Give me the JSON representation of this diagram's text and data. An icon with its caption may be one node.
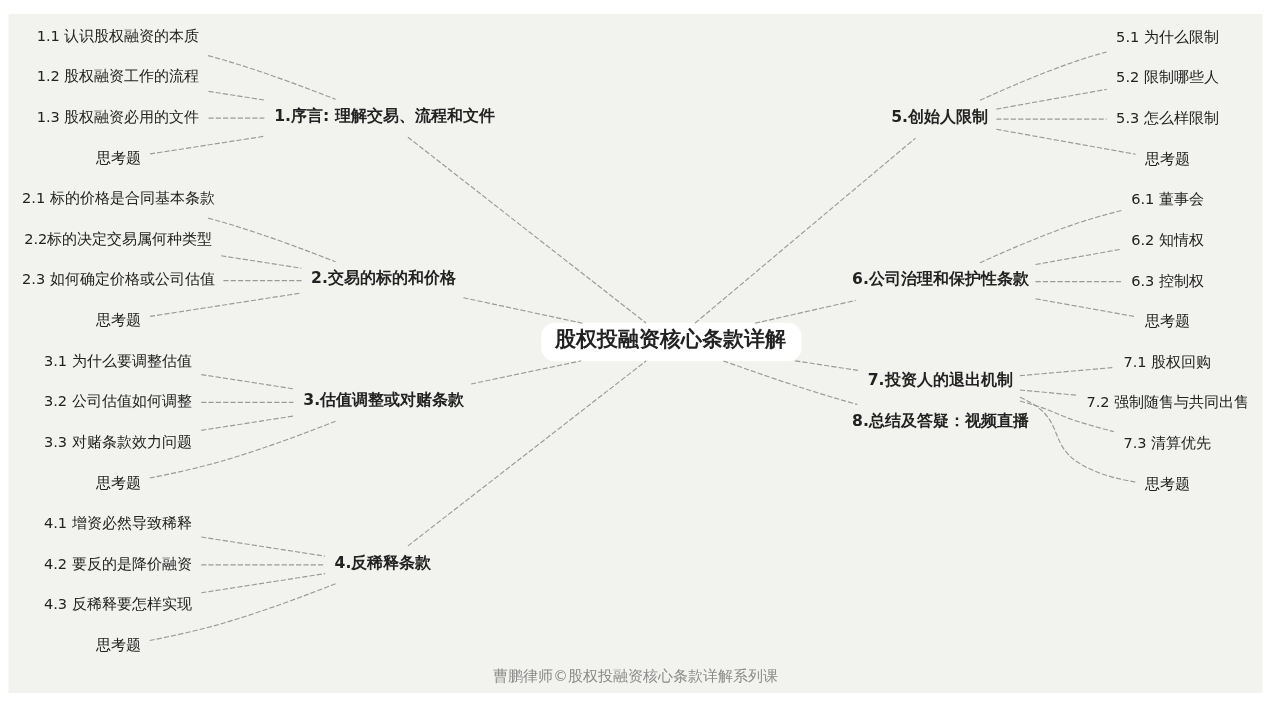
{
  "diagram": {
    "caption": "曹鹏律师©股权投融资核心条款详解系列课",
    "nodes": [
      {
        "text": [
          "股权投融资核心条款详解"
        ]
      },
      {
        "text": [
          "1.序言: 理解交易、流程和文件"
        ]
      },
      {
        "text": [
          "1.1 认识股权融资的本质"
        ]
      },
      {
        "text": [
          "1.2 股权融资工作的流程"
        ]
      },
      {
        "text": [
          "1.3 股权融资必用的文件"
        ]
      },
      {
        "text": [
          "思考题"
        ]
      },
      {
        "text": [
          "2.交易的标的和价格"
        ]
      },
      {
        "text": [
          "2.1 标的价格是合同基本条款"
        ]
      },
      {
        "text": [
          "2.2标的决定交易属何种类型"
        ]
      },
      {
        "text": [
          "2.3 如何确定价格或公司估值"
        ]
      },
      {
        "text": [
          "思考题"
        ]
      },
      {
        "text": [
          "3.估值调整或对赌条款"
        ]
      },
      {
        "text": [
          "3.1 为什么要调整估值"
        ]
      },
      {
        "text": [
          "3.2 公司估值如何调整"
        ]
      },
      {
        "text": [
          "3.3 对赌条款效力问题"
        ]
      },
      {
        "text": [
          "思考题"
        ]
      },
      {
        "text": [
          "4.反稀释条款"
        ]
      },
      {
        "text": [
          "4.1 增资必然导致稀释"
        ]
      },
      {
        "text": [
          "4.2 要反的是降价融资"
        ]
      },
      {
        "text": [
          "4.3 反稀释要怎样实现"
        ]
      },
      {
        "text": [
          "思考题"
        ]
      },
      {
        "text": [
          "5.创始人限制"
        ]
      },
      {
        "text": [
          "5.1 为什么限制"
        ]
      },
      {
        "text": [
          "5.2 限制哪些人"
        ]
      },
      {
        "text": [
          "5.3 怎么样限制"
        ]
      },
      {
        "text": [
          "思考题"
        ]
      },
      {
        "text": [
          "6.公司治理和保护性条款"
        ]
      },
      {
        "text": [
          "6.1 董事会"
        ]
      },
      {
        "text": [
          "6.2 知情权"
        ]
      },
      {
        "text": [
          "6.3 控制权"
        ]
      },
      {
        "text": [
          "思考题"
        ]
      },
      {
        "text": [
          "7.投资人的退出机制"
        ]
      },
      {
        "text": [
          "7.1 股权回购"
        ]
      },
      {
        "text": [
          "7.2 强制随售与共同出售"
        ]
      },
      {
        "text": [
          "7.3 清算优先"
        ]
      },
      {
        "text": [
          "思考题"
        ]
      },
      {
        "text": [
          "8.总结及答疑：视频直播"
        ]
      }
    ],
    "edges": [
      {
        "from": 1,
        "to": 0,
        "arrow": "none",
        "style": "dashed"
      },
      {
        "from": 2,
        "to": 1,
        "arrow": "none",
        "style": "dashed"
      },
      {
        "from": 3,
        "to": 1,
        "arrow": "none",
        "style": "dashed"
      },
      {
        "from": 4,
        "to": 1,
        "arrow": "none",
        "style": "dashed"
      },
      {
        "from": 5,
        "to": 1,
        "arrow": "none",
        "style": "dashed"
      },
      {
        "from": 6,
        "to": 0,
        "arrow": "none",
        "style": "dashed"
      },
      {
        "from": 7,
        "to": 6,
        "arrow": "none",
        "style": "dashed"
      },
      {
        "from": 8,
        "to": 6,
        "arrow": "none",
        "style": "dashed"
      },
      {
        "from": 9,
        "to": 6,
        "arrow": "none",
        "style": "dashed"
      },
      {
        "from": 10,
        "to": 6,
        "arrow": "none",
        "style": "dashed"
      },
      {
        "from": 11,
        "to": 0,
        "arrow": "none",
        "style": "dashed"
      },
      {
        "from": 12,
        "to": 11,
        "arrow": "none",
        "style": "dashed"
      },
      {
        "from": 13,
        "to": 11,
        "arrow": "none",
        "style": "dashed"
      },
      {
        "from": 14,
        "to": 11,
        "arrow": "none",
        "style": "dashed"
      },
      {
        "from": 15,
        "to": 11,
        "arrow": "none",
        "style": "dashed"
      },
      {
        "from": 16,
        "to": 0,
        "arrow": "none",
        "style": "dashed"
      },
      {
        "from": 17,
        "to": 16,
        "arrow": "none",
        "style": "dashed"
      },
      {
        "from": 18,
        "to": 16,
        "arrow": "none",
        "style": "dashed"
      },
      {
        "from": 19,
        "to": 16,
        "arrow": "none",
        "style": "dashed"
      },
      {
        "from": 20,
        "to": 16,
        "arrow": "none",
        "style": "dashed"
      },
      {
        "from": 0,
        "to": 21,
        "arrow": "none",
        "style": "dashed"
      },
      {
        "from": 21,
        "to": 22,
        "arrow": "none",
        "style": "dashed"
      },
      {
        "from": 21,
        "to": 23,
        "arrow": "none",
        "style": "dashed"
      },
      {
        "from": 21,
        "to": 24,
        "arrow": "none",
        "style": "dashed"
      },
      {
        "from": 21,
        "to": 25,
        "arrow": "none",
        "style": "dashed"
      },
      {
        "from": 0,
        "to": 26,
        "arrow": "none",
        "style": "dashed"
      },
      {
        "from": 26,
        "to": 27,
        "arrow": "none",
        "style": "dashed"
      },
      {
        "from": 26,
        "to": 28,
        "arrow": "none",
        "style": "dashed"
      },
      {
        "from": 26,
        "to": 29,
        "arrow": "none",
        "style": "dashed"
      },
      {
        "from": 26,
        "to": 30,
        "arrow": "none",
        "style": "dashed"
      },
      {
        "from": 0,
        "to": 31,
        "arrow": "none",
        "style": "dashed"
      },
      {
        "from": 31,
        "to": 32,
        "arrow": "none",
        "style": "dashed"
      },
      {
        "from": 31,
        "to": 33,
        "arrow": "none",
        "style": "dashed"
      },
      {
        "from": 31,
        "to": 34,
        "arrow": "none",
        "style": "dashed"
      },
      {
        "from": 31,
        "to": 35,
        "arrow": "none",
        "style": "dashed"
      },
      {
        "from": 0,
        "to": 36,
        "arrow": "none",
        "style": "dashed"
      }
    ]
  }
}
